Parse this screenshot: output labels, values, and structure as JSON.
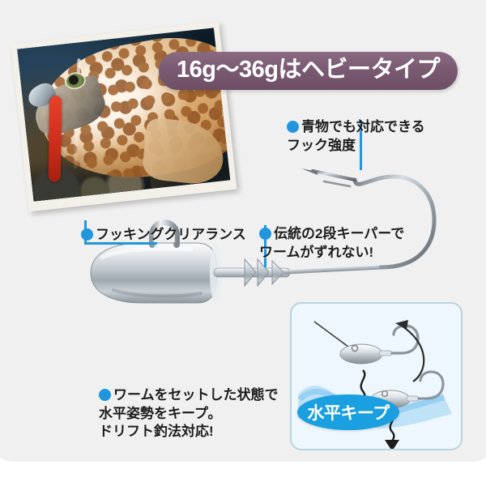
{
  "page": {
    "background_color": "#ffffff",
    "panel_color": "#f0f0f0",
    "accent_blue": "#2196dd",
    "banner_purple": "#7a5a72",
    "badge_blue": "#1a9fe0"
  },
  "banner": {
    "text": "16g〜36gはヘビータイプ"
  },
  "photo": {
    "alt_name": "grouper-catch-photo"
  },
  "callouts": [
    {
      "id": "hook-strength",
      "bullet_color": "#2196dd",
      "text": "青物でも対応できる\nフック強度"
    },
    {
      "id": "hooking-clearance",
      "bullet_color": "#2196dd",
      "text": "フッキングクリアランス"
    },
    {
      "id": "two-stage-keeper",
      "bullet_color": "#2196dd",
      "text": "伝統の2段キーパーで\nワームがずれない!"
    },
    {
      "id": "horizontal-keep",
      "bullet_color": "#2196dd",
      "text": "ワームをセットした状態で\n水平姿勢をキープ。\nドリフト釣法対応!"
    }
  ],
  "inset": {
    "badge_label": "水平キープ"
  }
}
